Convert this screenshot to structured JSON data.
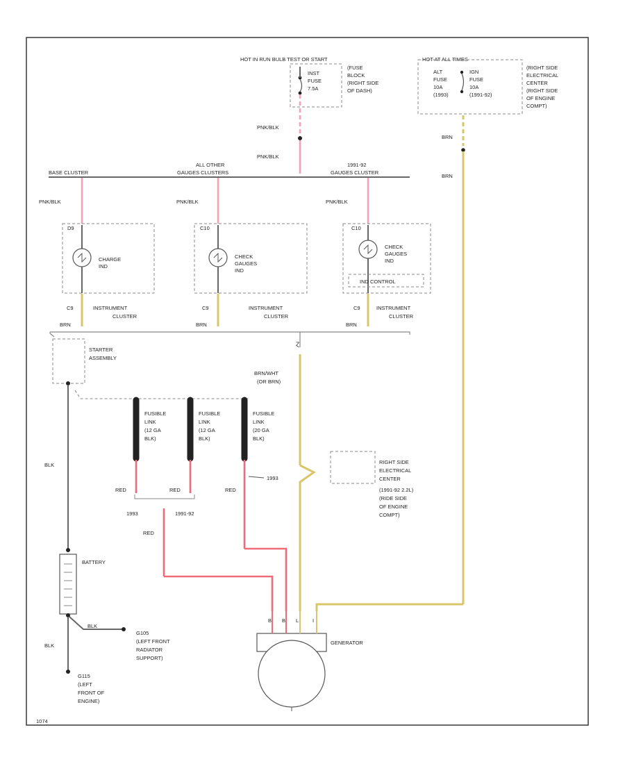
{
  "footer_code": "1074",
  "fuse_block": {
    "header": "HOT IN RUN BULB TEST OR START",
    "fuse_text": [
      "INST",
      "FUSE",
      "7.5A"
    ],
    "location": [
      "(FUSE",
      "BLOCK",
      "(RIGHT SIDE",
      "OF DASH)"
    ]
  },
  "hot_at_all_times": {
    "header": "HOT AT ALL TIMES",
    "col1": [
      "ALT",
      "FUSE",
      "10A",
      "(1993)"
    ],
    "col2": [
      "IGN",
      "FUSE",
      "10A",
      "(1991-92)"
    ],
    "location": [
      "(RIGHT SIDE",
      "ELECTRICAL",
      "CENTER",
      "(RIGHT SIDE",
      "OF ENGINE",
      "COMPT)"
    ]
  },
  "wire_colors": {
    "pnk_blk": "PNK/BLK",
    "brn": "BRN",
    "blk": "BLK",
    "red": "RED",
    "brn_wht": "BRN/WHT",
    "or_brn": "(OR BRN)"
  },
  "clusters": [
    {
      "bus_label": [
        "BASE CLUSTER"
      ],
      "lamp_label": [
        "CHARGE",
        "IND"
      ],
      "top_pin": "D9",
      "bottom_pin": "C9",
      "cluster_label": [
        "INSTRUMENT",
        "CLUSTER"
      ]
    },
    {
      "bus_label": [
        "ALL OTHER",
        "GAUGES CLUSTERS"
      ],
      "lamp_label": [
        "CHECK",
        "GAUGES",
        "IND"
      ],
      "top_pin": "C10",
      "bottom_pin": "C9",
      "cluster_label": [
        "INSTRUMENT",
        "CLUSTER"
      ]
    },
    {
      "bus_label": [
        "1991-92",
        "GAUGES CLUSTER"
      ],
      "lamp_label": [
        "CHECK",
        "GAUGES",
        "IND"
      ],
      "top_pin": "C10",
      "bottom_pin": "C9",
      "cluster_label": [
        "INSTRUMENT",
        "CLUSTER"
      ],
      "sub_box": "IND CONTROL"
    }
  ],
  "starter": [
    "STARTER",
    "ASSEMBLY"
  ],
  "fusible_links": [
    [
      "FUSIBLE",
      "LINK",
      "(12 GA",
      "BLK)"
    ],
    [
      "FUSIBLE",
      "LINK",
      "(12 GA",
      "BLK)"
    ],
    [
      "FUSIBLE",
      "LINK",
      "(20 GA",
      "BLK)"
    ]
  ],
  "year_labels": {
    "y1993": "1993",
    "y199192": "1991-92",
    "y1993_right": "1993"
  },
  "right_center": [
    "RIGHT SIDE",
    "ELECTRICAL",
    "CENTER",
    "(1991-92 2.2L)",
    "(RIDE SIDE",
    "OF ENGINE",
    "COMPT)"
  ],
  "battery": "BATTERY",
  "ground_g100": {
    "wire": "BLK",
    "id": [
      "G105",
      "(LEFT FRONT",
      "RADIATOR",
      "SUPPORT)"
    ]
  },
  "ground_engine": [
    "G115",
    "(LEFT",
    "FRONT OF",
    "ENGINE)"
  ],
  "generator": "GENERATOR",
  "generator_pins": [
    "B",
    "B",
    "L",
    "I"
  ]
}
